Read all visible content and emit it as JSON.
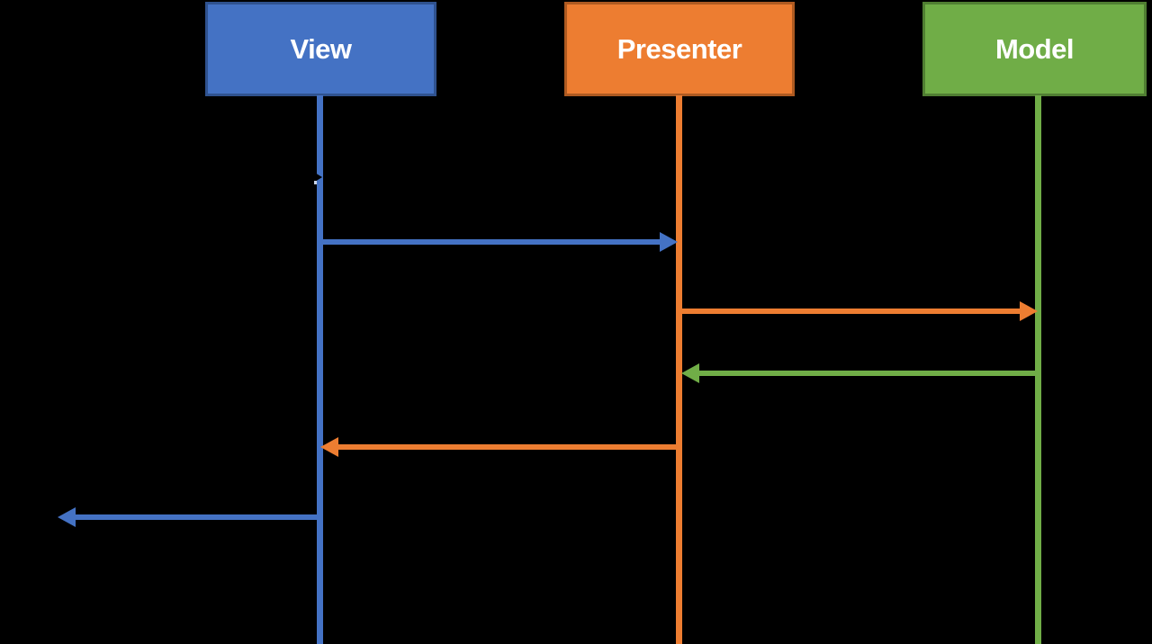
{
  "diagram": {
    "type": "sequence-diagram",
    "background_color": "#000000",
    "actors": [
      {
        "label": "View",
        "fill_color": "#4472C4",
        "border_color": "#2F528F",
        "text_color": "#FFFFFF"
      },
      {
        "label": "Presenter",
        "fill_color": "#ED7D31",
        "border_color": "#AE5A21",
        "text_color": "#FFFFFF"
      },
      {
        "label": "Model",
        "fill_color": "#70AD47",
        "border_color": "#507E32",
        "text_color": "#FFFFFF"
      }
    ],
    "messages": [
      {
        "from": "View",
        "to": "Presenter",
        "direction": "right",
        "color": "#4472C4"
      },
      {
        "from": "Presenter",
        "to": "Model",
        "direction": "right",
        "color": "#ED7D31"
      },
      {
        "from": "Model",
        "to": "Presenter",
        "direction": "left",
        "color": "#70AD47"
      },
      {
        "from": "Presenter",
        "to": "View",
        "direction": "left",
        "color": "#ED7D31"
      },
      {
        "from": "View",
        "to": "offscreen-left",
        "direction": "left",
        "color": "#4472C4"
      }
    ]
  }
}
